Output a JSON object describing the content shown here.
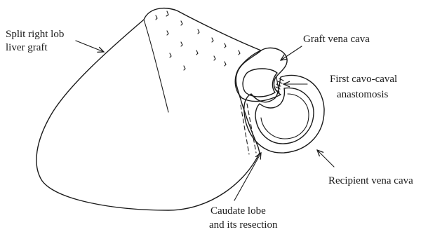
{
  "labels": {
    "graft_line1": "Split right lob",
    "graft_line2": "liver graft",
    "graft_vena_cava": "Graft vena cava",
    "anastomosis_line1": "First cavo-caval",
    "anastomosis_line2": "anastomosis",
    "recipient_vena_cava": "Recipient vena cava",
    "caudate_line1": "Caudate lobe",
    "caudate_line2": "and its resection"
  }
}
